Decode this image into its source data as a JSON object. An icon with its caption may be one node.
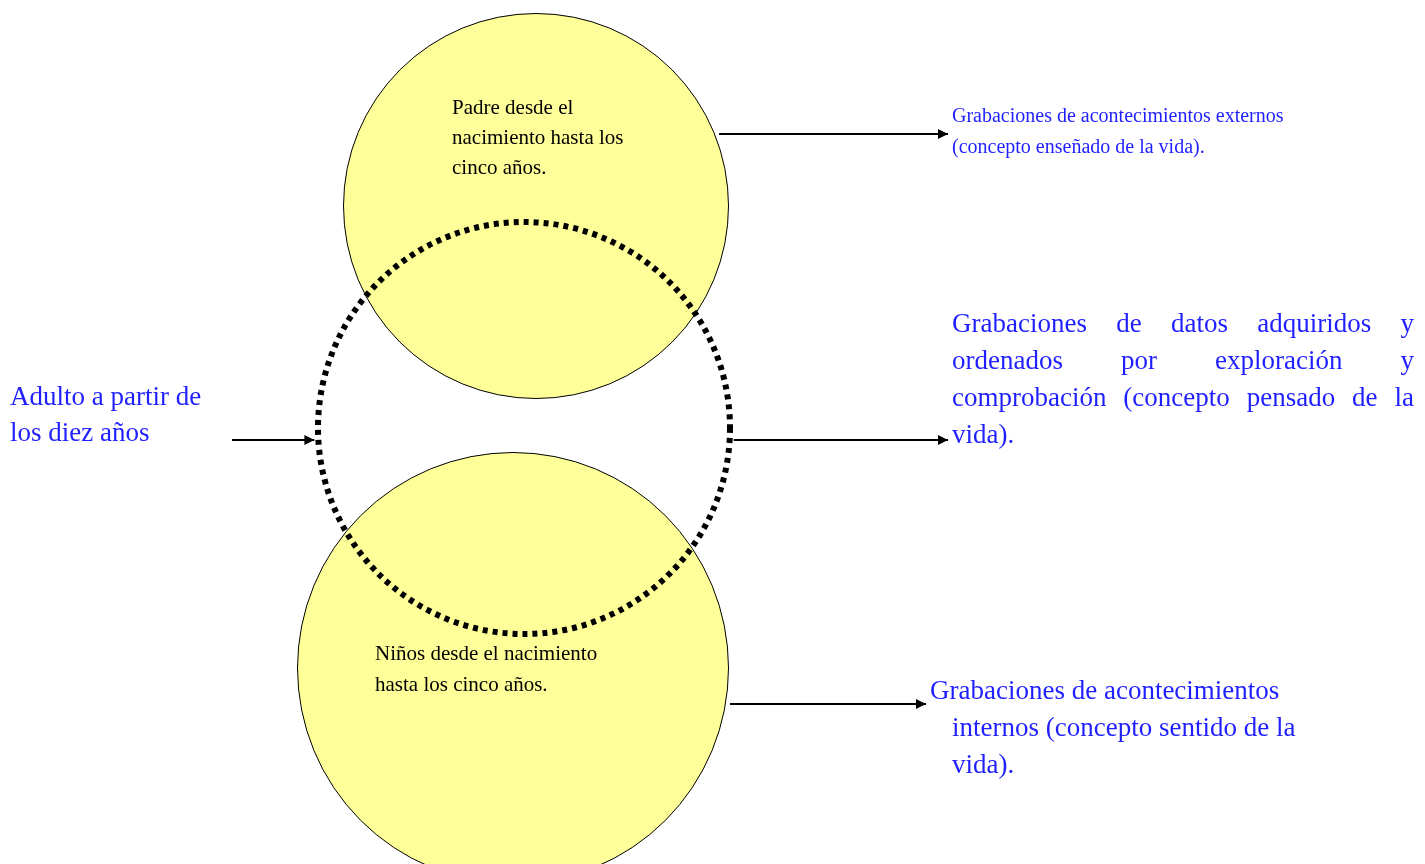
{
  "diagram": {
    "nodes": [
      {
        "text": [
          "Padre desde el nacimiento hasta los cinco años."
        ]
      },
      {
        "text": [],
        "shape": "circle"
      },
      {
        "text": [
          "Niños desde el nacimiento hasta los cinco años."
        ]
      },
      {
        "text": [
          "Adulto a partir de los diez años"
        ]
      },
      {
        "text": [
          "Grabaciones de acontecimientos externos (concepto enseñado de la vida)."
        ]
      },
      {
        "text": [
          "Grabaciones de datos adquiridos y ordenados por exploración y comprobación (concepto pensado de la vida)."
        ]
      },
      {
        "text": [
          "Grabaciones de acontecimientos internos (concepto sentido de la vida)."
        ]
      }
    ],
    "edges": [
      {
        "from": 3,
        "to": 1,
        "arrow": "to"
      },
      {
        "from": 0,
        "to": 4,
        "arrow": "to"
      },
      {
        "from": 1,
        "to": 5,
        "arrow": "to"
      },
      {
        "from": 2,
        "to": 6,
        "arrow": "to"
      }
    ]
  }
}
